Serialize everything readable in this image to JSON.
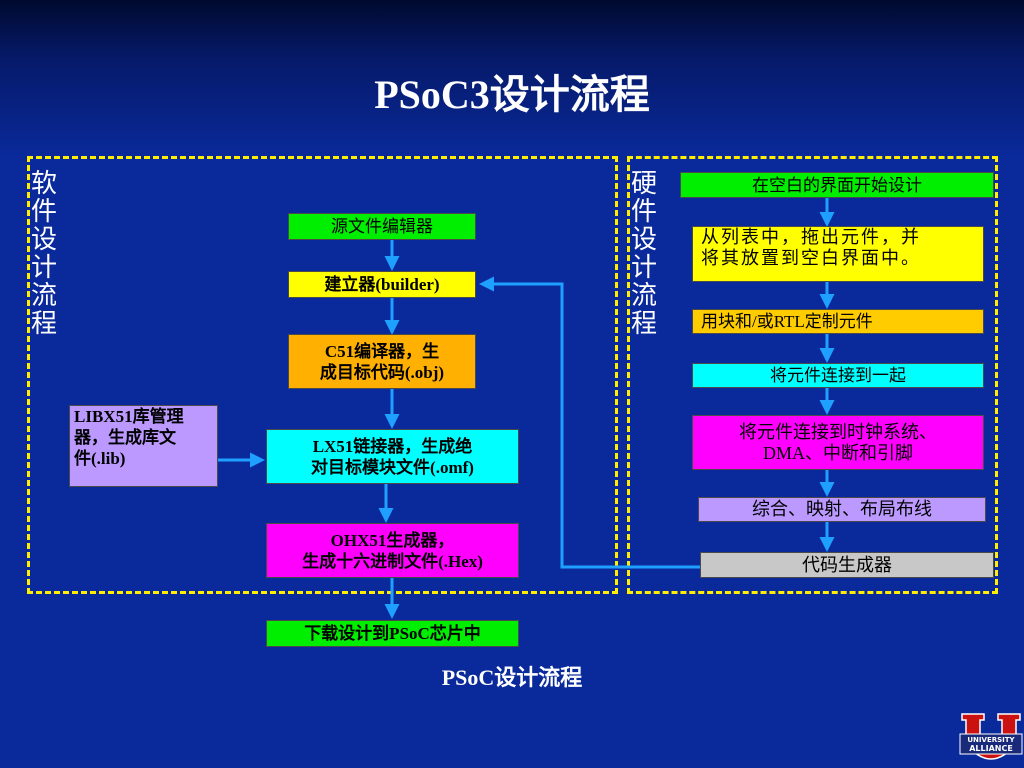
{
  "title": "PSoC3设计流程",
  "caption": "PSoC设计流程",
  "software_label": [
    "软",
    "件",
    "设",
    "计",
    "流",
    "程"
  ],
  "hardware_label": [
    "硬",
    "件",
    "设",
    "计",
    "流",
    "程"
  ],
  "software_boxes": {
    "source_editor": "源文件编辑器",
    "builder": "建立器(builder)",
    "c51_line1": "C51编译器，生",
    "c51_line2": "成目标代码(.obj)",
    "libx51_line1": "LIBX51库管理",
    "libx51_line2": "器，生成库文",
    "libx51_line3": "件(.lib)",
    "lx51_line1": "LX51链接器，生成绝",
    "lx51_line2": "对目标模块文件(.omf)",
    "ohx51_line1": "OHX51生成器，",
    "ohx51_line2": "生成十六进制文件(.Hex)",
    "download": "下载设计到PSoC芯片中"
  },
  "hardware_boxes": {
    "blank_design": "在空白的界面开始设计",
    "drag_line1": "从列表中，拖出元件，并",
    "drag_line2": "将其放置到空白界面中。",
    "custom": "用块和/或RTL定制元件",
    "connect": "将元件连接到一起",
    "clock_line1": "将元件连接到时钟系统、",
    "clock_line2": "DMA、中断和引脚",
    "synth": "综合、映射、布局布线",
    "codegen": "代码生成器"
  },
  "logo": {
    "text_line1": "UNIVERSITY",
    "text_line2": "ALLIANCE"
  },
  "colors": {
    "background": "#0a2a9c",
    "dashed_border": "#ffee00",
    "arrow": "#1fa0ff"
  }
}
